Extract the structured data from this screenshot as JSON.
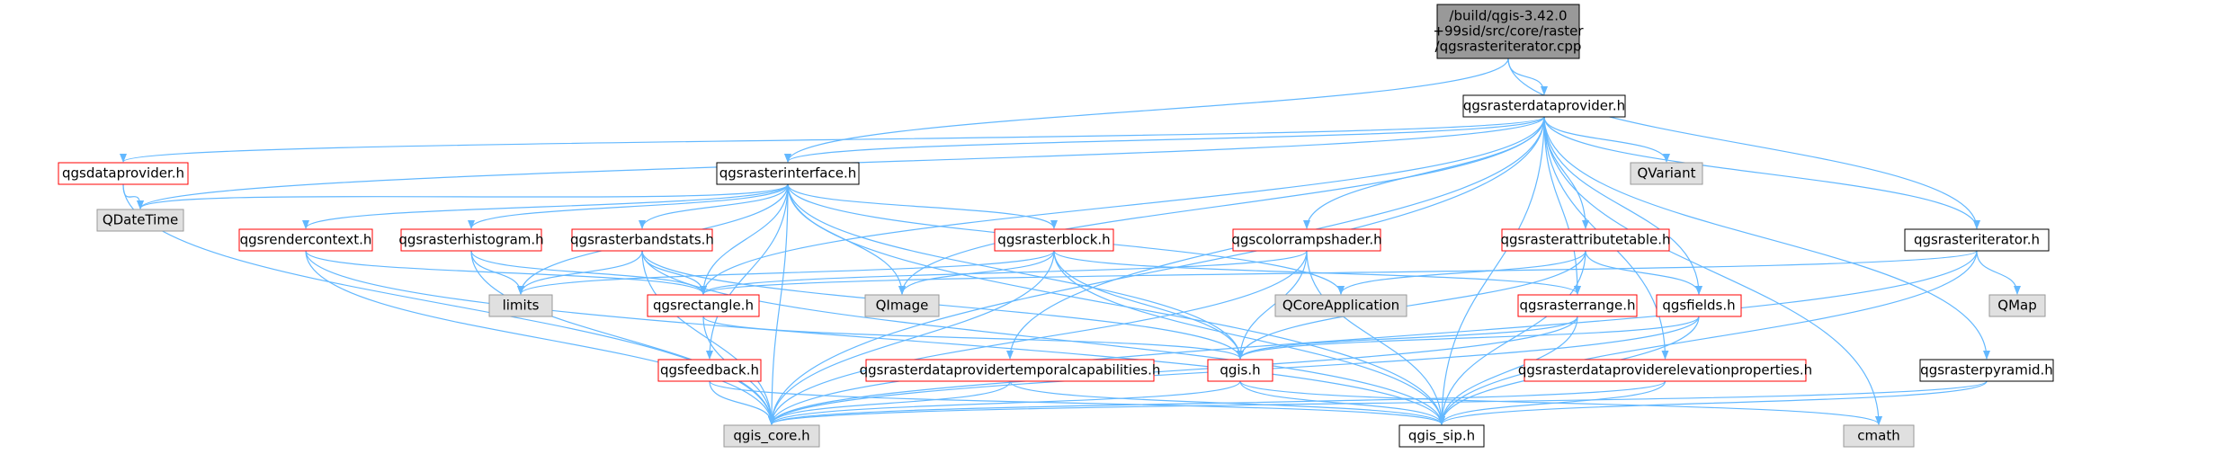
{
  "colors": {
    "edge": "#63b8ff",
    "root_fill": "#999999",
    "normal_fill": "#ffffff",
    "normal_stroke": "#000000",
    "red_stroke": "#ff0000",
    "external_fill": "#e0e0e0",
    "external_stroke": "#999999",
    "text": "#000000"
  },
  "nodes": [
    {
      "id": "root",
      "style": "root",
      "lines": [
        "/build/qgis-3.42.0",
        "+99sid/src/core/raster",
        "/qgsrasteriterator.cpp"
      ]
    },
    {
      "id": "qgsrasterdataprovider",
      "style": "normal",
      "lines": [
        "qgsrasterdataprovider.h"
      ]
    },
    {
      "id": "qgsdataprovider",
      "style": "red",
      "lines": [
        "qgsdataprovider.h"
      ]
    },
    {
      "id": "qgsrasterinterface",
      "style": "normal",
      "lines": [
        "qgsrasterinterface.h"
      ]
    },
    {
      "id": "qvariant",
      "style": "external",
      "lines": [
        "QVariant"
      ]
    },
    {
      "id": "qdatetime",
      "style": "external",
      "lines": [
        "QDateTime"
      ]
    },
    {
      "id": "qgsrendercontext",
      "style": "red",
      "lines": [
        "qgsrendercontext.h"
      ]
    },
    {
      "id": "qgsrasterhistogram",
      "style": "red",
      "lines": [
        "qgsrasterhistogram.h"
      ]
    },
    {
      "id": "qgsrasterbandstats",
      "style": "red",
      "lines": [
        "qgsrasterbandstats.h"
      ]
    },
    {
      "id": "qgsrasterblock",
      "style": "red",
      "lines": [
        "qgsrasterblock.h"
      ]
    },
    {
      "id": "qgscolorrampshader",
      "style": "red",
      "lines": [
        "qgscolorrampshader.h"
      ]
    },
    {
      "id": "qgsrasterattributetable",
      "style": "red",
      "lines": [
        "qgsrasterattributetable.h"
      ]
    },
    {
      "id": "qgsrasteriterator",
      "style": "normal",
      "lines": [
        "qgsrasteriterator.h"
      ]
    },
    {
      "id": "limits",
      "style": "external",
      "lines": [
        "limits"
      ]
    },
    {
      "id": "qgsrectangle",
      "style": "red",
      "lines": [
        "qgsrectangle.h"
      ]
    },
    {
      "id": "qimage",
      "style": "external",
      "lines": [
        "QImage"
      ]
    },
    {
      "id": "qcoreapplication",
      "style": "external",
      "lines": [
        "QCoreApplication"
      ]
    },
    {
      "id": "qgsrasterrange",
      "style": "red",
      "lines": [
        "qgsrasterrange.h"
      ]
    },
    {
      "id": "qgsfields",
      "style": "red",
      "lines": [
        "qgsfields.h"
      ]
    },
    {
      "id": "qmap",
      "style": "external",
      "lines": [
        "QMap"
      ]
    },
    {
      "id": "qgsfeedback",
      "style": "red",
      "lines": [
        "qgsfeedback.h"
      ]
    },
    {
      "id": "qgsrasterdataprovidertemporalcapabilities",
      "style": "red",
      "lines": [
        "qgsrasterdataprovidertemporalcapabilities.h"
      ]
    },
    {
      "id": "qgis",
      "style": "red",
      "lines": [
        "qgis.h"
      ]
    },
    {
      "id": "qgsrasterdataproviderelevationproperties",
      "style": "red",
      "lines": [
        "qgsrasterdataproviderelevationproperties.h"
      ]
    },
    {
      "id": "qgsrasterpyramid",
      "style": "normal",
      "lines": [
        "qgsrasterpyramid.h"
      ]
    },
    {
      "id": "qgis_core",
      "style": "external",
      "lines": [
        "qgis_core.h"
      ]
    },
    {
      "id": "qgis_sip",
      "style": "normal",
      "lines": [
        "qgis_sip.h"
      ]
    },
    {
      "id": "cmath",
      "style": "external",
      "lines": [
        "cmath"
      ]
    }
  ],
  "edges": [
    [
      "root",
      "qgsrasterdataprovider"
    ],
    [
      "root",
      "qgsrasterinterface"
    ],
    [
      "root",
      "qgsrasteriterator"
    ],
    [
      "qgsrasterdataprovider",
      "qgsdataprovider"
    ],
    [
      "qgsrasterdataprovider",
      "qgsrasterinterface"
    ],
    [
      "qgsrasterdataprovider",
      "qvariant"
    ],
    [
      "qgsrasterdataprovider",
      "qdatetime"
    ],
    [
      "qgsrasterdataprovider",
      "qgscolorrampshader"
    ],
    [
      "qgsrasterdataprovider",
      "qgsrasterattributetable"
    ],
    [
      "qgsrasterdataprovider",
      "qgsrasteriterator"
    ],
    [
      "qgsrasterdataprovider",
      "qgsrectangle"
    ],
    [
      "qgsrasterdataprovider",
      "qimage"
    ],
    [
      "qgsrasterdataprovider",
      "qgsrasterrange"
    ],
    [
      "qgsrasterdataprovider",
      "qgsfields"
    ],
    [
      "qgsrasterdataprovider",
      "qgsrasterdataprovidertemporalcapabilities"
    ],
    [
      "qgsrasterdataprovider",
      "qgsrasterdataproviderelevationproperties"
    ],
    [
      "qgsrasterdataprovider",
      "qgsrasterpyramid"
    ],
    [
      "qgsrasterdataprovider",
      "qgis_core"
    ],
    [
      "qgsrasterdataprovider",
      "qgis_sip"
    ],
    [
      "qgsrasterdataprovider",
      "cmath"
    ],
    [
      "qgsdataprovider",
      "qdatetime"
    ],
    [
      "qgsdataprovider",
      "qgis_core"
    ],
    [
      "qgsrasterinterface",
      "qdatetime"
    ],
    [
      "qgsrasterinterface",
      "qgsrendercontext"
    ],
    [
      "qgsrasterinterface",
      "qgsrasterhistogram"
    ],
    [
      "qgsrasterinterface",
      "qgsrasterbandstats"
    ],
    [
      "qgsrasterinterface",
      "qgsrasterblock"
    ],
    [
      "qgsrasterinterface",
      "limits"
    ],
    [
      "qgsrasterinterface",
      "qgsrectangle"
    ],
    [
      "qgsrasterinterface",
      "qimage"
    ],
    [
      "qgsrasterinterface",
      "qcoreapplication"
    ],
    [
      "qgsrasterinterface",
      "qgsfeedback"
    ],
    [
      "qgsrasterinterface",
      "qgis"
    ],
    [
      "qgsrasterinterface",
      "qgis_core"
    ],
    [
      "qgsrasterinterface",
      "qgis_sip"
    ],
    [
      "qgsrendercontext",
      "qgsrectangle"
    ],
    [
      "qgsrendercontext",
      "qgis_core"
    ],
    [
      "qgsrendercontext",
      "qgis_sip"
    ],
    [
      "qgsrasterhistogram",
      "limits"
    ],
    [
      "qgsrasterhistogram",
      "qgsrectangle"
    ],
    [
      "qgsrasterhistogram",
      "qgis_core"
    ],
    [
      "qgsrasterbandstats",
      "limits"
    ],
    [
      "qgsrasterbandstats",
      "qgsrectangle"
    ],
    [
      "qgsrasterbandstats",
      "qgis"
    ],
    [
      "qgsrasterbandstats",
      "qgis_core"
    ],
    [
      "qgsrasterbandstats",
      "qgis_sip"
    ],
    [
      "qgsrasterblock",
      "limits"
    ],
    [
      "qgsrasterblock",
      "qimage"
    ],
    [
      "qgsrasterblock",
      "qgis"
    ],
    [
      "qgsrasterblock",
      "qgsrasterrange"
    ],
    [
      "qgsrasterblock",
      "qgis_core"
    ],
    [
      "qgsrasterblock",
      "qgis_sip"
    ],
    [
      "qgscolorrampshader",
      "qgsrectangle"
    ],
    [
      "qgscolorrampshader",
      "qgis"
    ],
    [
      "qgscolorrampshader",
      "qgis_core"
    ],
    [
      "qgscolorrampshader",
      "qgis_sip"
    ],
    [
      "qgsrasterattributetable",
      "qcoreapplication"
    ],
    [
      "qgsrasterattributetable",
      "qgsfields"
    ],
    [
      "qgsrasterattributetable",
      "qgis"
    ],
    [
      "qgsrasterattributetable",
      "qgis_sip"
    ],
    [
      "qgsrasteriterator",
      "qgsrectangle"
    ],
    [
      "qgsrasteriterator",
      "qmap"
    ],
    [
      "qgsrasteriterator",
      "qgis_core"
    ],
    [
      "qgsrasteriterator",
      "qgis_sip"
    ],
    [
      "qgsrectangle",
      "qgis"
    ],
    [
      "qgsrectangle",
      "qgis_core"
    ],
    [
      "qgsrasterrange",
      "qgis"
    ],
    [
      "qgsrasterrange",
      "qgis_core"
    ],
    [
      "qgsrasterrange",
      "qgis_sip"
    ],
    [
      "qgsfields",
      "qgis"
    ],
    [
      "qgsfields",
      "qgis_core"
    ],
    [
      "qgsfields",
      "qgis_sip"
    ],
    [
      "qgsfeedback",
      "qgis_core"
    ],
    [
      "qgsfeedback",
      "qgis_sip"
    ],
    [
      "qgsrasterdataprovidertemporalcapabilities",
      "qgis_core"
    ],
    [
      "qgsrasterdataprovidertemporalcapabilities",
      "qgis_sip"
    ],
    [
      "qgis",
      "qgis_core"
    ],
    [
      "qgis",
      "qgis_sip"
    ],
    [
      "qgis",
      "cmath"
    ],
    [
      "qgsrasterdataproviderelevationproperties",
      "qgis_core"
    ],
    [
      "qgsrasterdataproviderelevationproperties",
      "qgis_sip"
    ],
    [
      "qgsrasterpyramid",
      "qgis_core"
    ],
    [
      "qgsrasterpyramid",
      "qgis_sip"
    ]
  ]
}
